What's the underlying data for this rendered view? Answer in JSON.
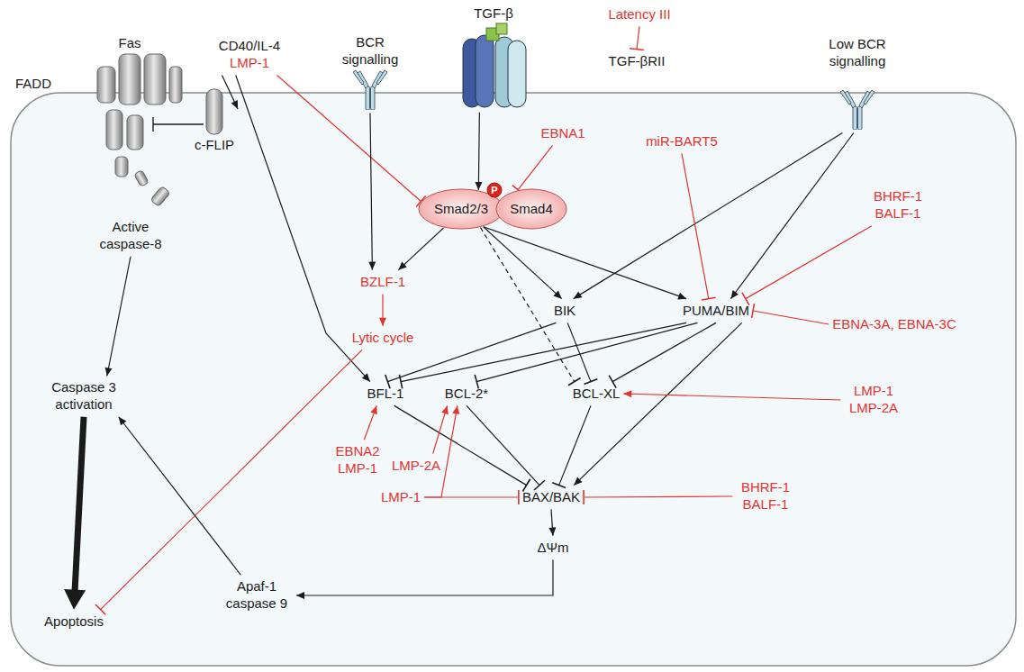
{
  "diagram": {
    "nodes": [
      {
        "text": [
          "CD40/IL-4",
          "LMP-1"
        ]
      },
      {
        "text": [
          "BCR signalling"
        ]
      },
      {
        "text": [
          "TGF-β"
        ]
      },
      {
        "text": [
          "Latency III"
        ]
      },
      {
        "text": [
          "TGF-βRII"
        ]
      },
      {
        "text": [
          "Low BCR signalling"
        ]
      },
      {
        "text": [
          "c-FLIP"
        ]
      },
      {
        "text": [
          "EBNA1"
        ]
      },
      {
        "text": [
          "Smad2/3"
        ]
      },
      {
        "text": [
          "Smad4"
        ]
      },
      {
        "text": [
          "P"
        ]
      },
      {
        "text": [
          "miR-BART5"
        ]
      },
      {
        "text": [
          "BHRF-1 BALF-1"
        ]
      },
      {
        "text": [
          "BZLF-1"
        ]
      },
      {
        "text": [
          "BIK"
        ]
      },
      {
        "text": [
          "PUMA/BIM"
        ]
      },
      {
        "text": [
          "EBNA-3A, EBNA-3C"
        ]
      },
      {
        "text": [
          "Lytic cycle"
        ]
      },
      {
        "text": [
          "Active caspase-8"
        ]
      },
      {
        "text": [
          "BFL-1"
        ]
      },
      {
        "text": [
          "BCL-2*"
        ]
      },
      {
        "text": [
          "BCL-XL"
        ]
      },
      {
        "text": [
          "LMP-1 LMP-2A"
        ]
      },
      {
        "text": [
          "Caspase 3 activation"
        ]
      },
      {
        "text": [
          "EBNA2 LMP-1"
        ]
      },
      {
        "text": [
          "LMP-2A"
        ]
      },
      {
        "text": [
          "LMP-1"
        ]
      },
      {
        "text": [
          "BAX/BAK"
        ]
      },
      {
        "text": [
          "BHRF-1 BALF-1"
        ]
      },
      {
        "text": [
          "ΔΨm"
        ]
      },
      {
        "text": [
          "Apaf-1 caspase 9"
        ]
      },
      {
        "text": [
          "Apoptosis"
        ]
      }
    ],
    "edges": [
      {
        "from": 0,
        "to": 6,
        "arrow": "to"
      },
      {
        "from": 0,
        "to": 19,
        "arrow": "to"
      },
      {
        "from": 0,
        "to": 8,
        "arrow": "to"
      },
      {
        "from": 1,
        "to": 13,
        "arrow": "to"
      },
      {
        "from": 2,
        "to": 8,
        "arrow": "to"
      },
      {
        "from": 7,
        "to": 9,
        "arrow": "to"
      },
      {
        "from": 3,
        "to": 4,
        "arrow": "to"
      },
      {
        "from": 8,
        "to": 13,
        "arrow": "to"
      },
      {
        "from": 8,
        "to": 14,
        "arrow": "to"
      },
      {
        "from": 8,
        "to": 15,
        "arrow": "to"
      },
      {
        "from": 8,
        "to": 21,
        "arrow": "to"
      },
      {
        "from": 5,
        "to": 14,
        "arrow": "to"
      },
      {
        "from": 5,
        "to": 15,
        "arrow": "to"
      },
      {
        "from": 11,
        "to": 15,
        "arrow": "to"
      },
      {
        "from": 12,
        "to": 15,
        "arrow": "to"
      },
      {
        "from": 16,
        "to": 15,
        "arrow": "to"
      },
      {
        "from": 14,
        "to": 19,
        "arrow": "to"
      },
      {
        "from": 14,
        "to": 21,
        "arrow": "to"
      },
      {
        "from": 15,
        "to": 19,
        "arrow": "to"
      },
      {
        "from": 15,
        "to": 20,
        "arrow": "to"
      },
      {
        "from": 15,
        "to": 21,
        "arrow": "to"
      },
      {
        "from": 15,
        "to": 27,
        "arrow": "to"
      },
      {
        "from": 13,
        "to": 17,
        "arrow": "to"
      },
      {
        "from": 17,
        "to": 31,
        "arrow": "to"
      },
      {
        "from": 19,
        "to": 27,
        "arrow": "to"
      },
      {
        "from": 20,
        "to": 27,
        "arrow": "to"
      },
      {
        "from": 21,
        "to": 27,
        "arrow": "to"
      },
      {
        "from": 24,
        "to": 19,
        "arrow": "to"
      },
      {
        "from": 25,
        "to": 20,
        "arrow": "to"
      },
      {
        "from": 26,
        "to": 20,
        "arrow": "to"
      },
      {
        "from": 26,
        "to": 27,
        "arrow": "to"
      },
      {
        "from": 22,
        "to": 21,
        "arrow": "to"
      },
      {
        "from": 28,
        "to": 27,
        "arrow": "to"
      },
      {
        "from": 27,
        "to": 29,
        "arrow": "to"
      },
      {
        "from": 29,
        "to": 30,
        "arrow": "to"
      },
      {
        "from": 30,
        "to": 23,
        "arrow": "to"
      },
      {
        "from": 18,
        "to": 23,
        "arrow": "to"
      },
      {
        "from": 23,
        "to": 31,
        "arrow": "to"
      }
    ],
    "labels": [
      "Fas",
      "FADD"
    ]
  }
}
